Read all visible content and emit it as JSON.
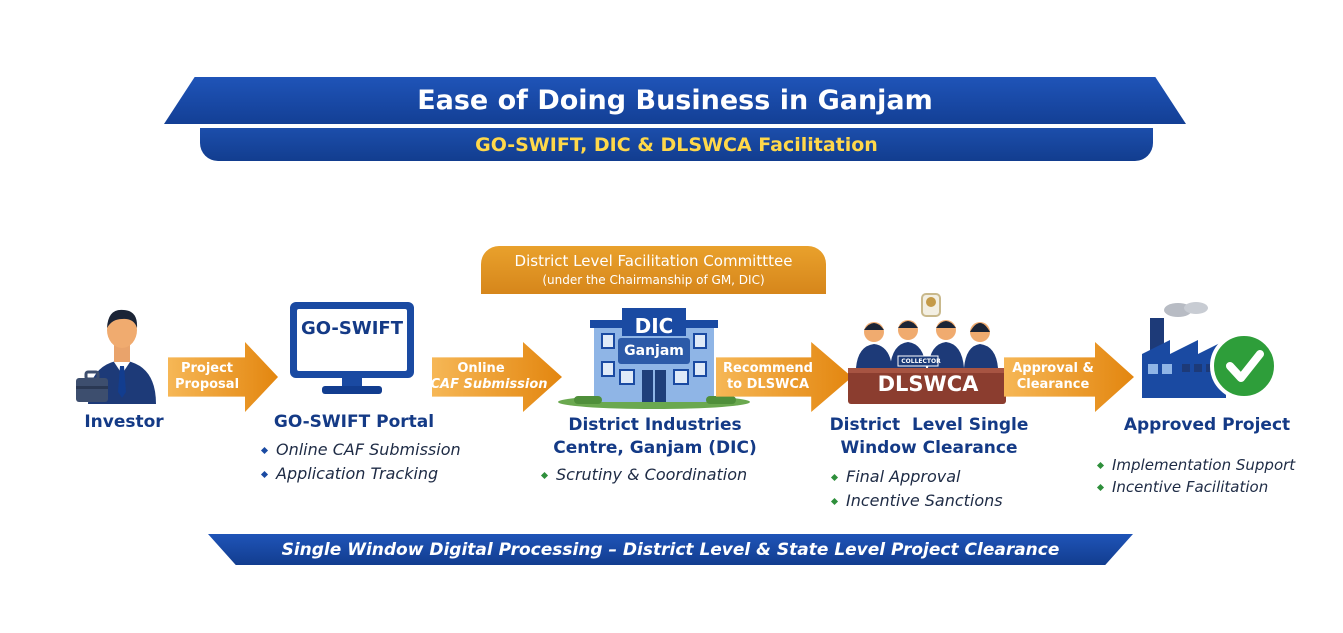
{
  "header": {
    "title": "Ease of Doing Business in Ganjam",
    "subtitle": "GO-SWIFT, DIC & DLSWCA Facilitation"
  },
  "committee": {
    "title": "District Level Facilitation Committtee",
    "subtitle": "(under the Chairmanship of GM, DIC)"
  },
  "arrows": [
    {
      "line1": "Project",
      "line2": "Proposal"
    },
    {
      "line1": "Online",
      "line2": "CAF Submission"
    },
    {
      "line1": "Recommend",
      "line2": "to DLSWCA"
    },
    {
      "line1": "Approval &",
      "line2": "Clearance"
    }
  ],
  "stages": {
    "investor": {
      "title": "Investor"
    },
    "portal": {
      "screen_label": "GO-SWIFT",
      "title": "GO-SWIFT Portal",
      "bullets": [
        "Online CAF Submission",
        "Application Tracking"
      ]
    },
    "dic": {
      "sign_top": "DIC",
      "sign_bottom": "Ganjam",
      "title_line1": "District Industries",
      "title_line2": "Centre, Ganjam (DIC)",
      "bullets": [
        "Scrutiny & Coordination"
      ]
    },
    "dlswca": {
      "desk_label": "DLSWCA",
      "nameplate": "COLLECTOR",
      "title_line1": "District  Level Single",
      "title_line2": "Window Clearance",
      "bullets": [
        "Final Approval",
        "Incentive Sanctions"
      ]
    },
    "approved": {
      "title": "Approved Project",
      "bullets": [
        "Implementation Support",
        "Incentive Facilitation"
      ]
    }
  },
  "footer": {
    "text": "Single Window Digital Processing – District Level & State Level Project Clearance"
  },
  "colors": {
    "primary_blue": "#1a4aa2",
    "accent_orange": "#e3860f",
    "accent_yellow": "#ffd84a",
    "check_green": "#2e9e3a"
  }
}
